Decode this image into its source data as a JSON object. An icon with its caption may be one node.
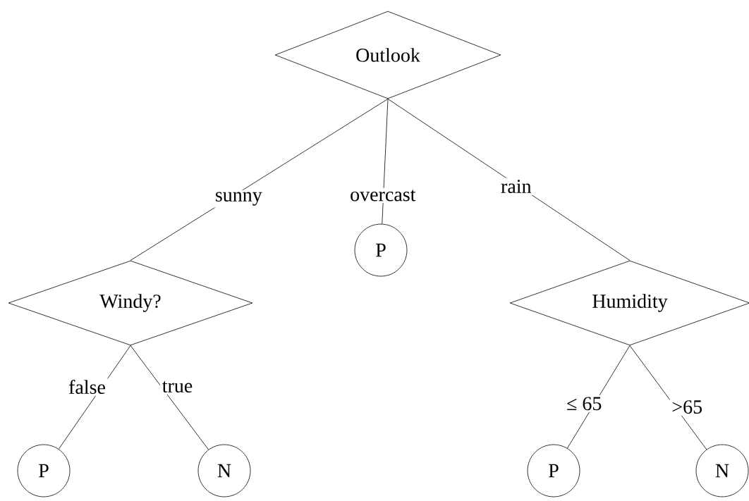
{
  "diagram": {
    "nodes": [
      {
        "text": [
          "Outlook"
        ]
      },
      {
        "text": [
          "P"
        ]
      },
      {
        "text": [
          "Windy?"
        ]
      },
      {
        "text": [
          "Humidity"
        ]
      },
      {
        "text": [
          "P"
        ]
      },
      {
        "text": [
          "N"
        ]
      },
      {
        "text": [
          "P"
        ]
      },
      {
        "text": [
          "N"
        ]
      }
    ],
    "edges": [
      {
        "from": 0,
        "to": 2,
        "arrow": "none",
        "label": "sunny"
      },
      {
        "from": 0,
        "to": 1,
        "arrow": "none",
        "label": "overcast"
      },
      {
        "from": 0,
        "to": 3,
        "arrow": "none",
        "label": "rain"
      },
      {
        "from": 2,
        "to": 4,
        "arrow": "none",
        "label": "false"
      },
      {
        "from": 2,
        "to": 5,
        "arrow": "none",
        "label": "true"
      },
      {
        "from": 3,
        "to": 6,
        "arrow": "none",
        "label": "≤ 65"
      },
      {
        "from": 3,
        "to": 7,
        "arrow": "none",
        "label": ">65"
      }
    ]
  }
}
